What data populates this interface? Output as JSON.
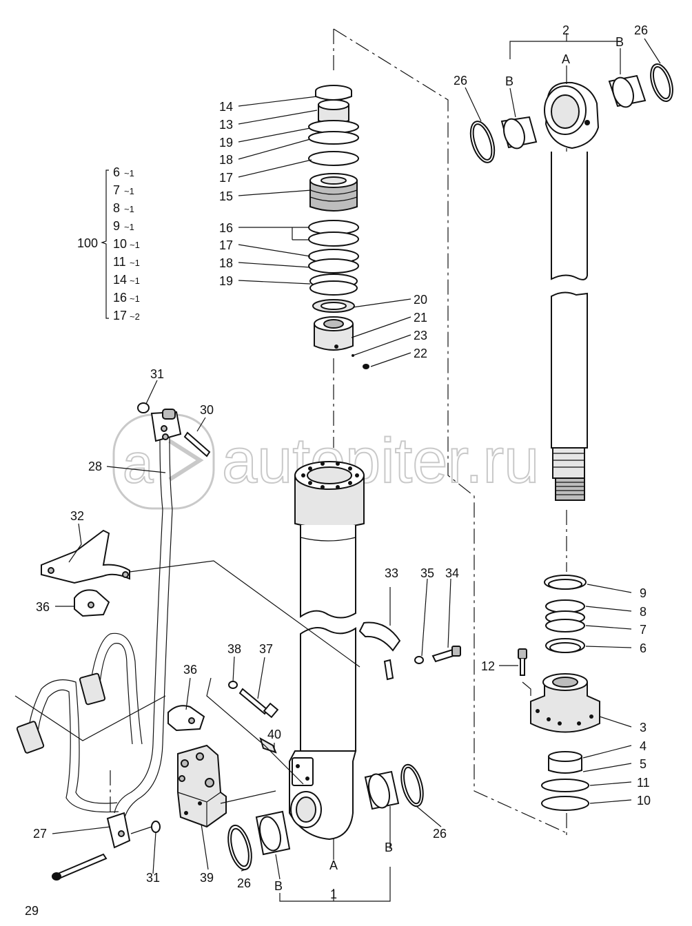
{
  "watermark": "autopiter.ru",
  "callouts": {
    "c1": "1",
    "c2": "2",
    "c3": "3",
    "c4": "4",
    "c5": "5",
    "c6": "6",
    "c7": "7",
    "c8": "8",
    "c9": "9",
    "c10": "10",
    "c11": "11",
    "c12": "12",
    "c13": "13",
    "c14": "14",
    "c15": "15",
    "c16": "16",
    "c17": "17",
    "c17b": "17",
    "c18": "18",
    "c18b": "18",
    "c19": "19",
    "c19b": "19",
    "c20": "20",
    "c21": "21",
    "c22": "22",
    "c23": "23",
    "c26a": "26",
    "c26b": "26",
    "c26c": "26",
    "c26d": "26",
    "c27": "27",
    "c28": "28",
    "c29": "29",
    "c30": "30",
    "c31a": "31",
    "c31b": "31",
    "c32": "32",
    "c33": "33",
    "c34": "34",
    "c35": "35",
    "c36a": "36",
    "c36b": "36",
    "c37": "37",
    "c38": "38",
    "c39": "39",
    "c40": "40",
    "A_top": "A",
    "A_bot": "A",
    "B_tl": "B",
    "B_tr": "B",
    "B_bl": "B",
    "B_br": "B"
  },
  "kit": {
    "label": "100",
    "items": [
      {
        "part": "6",
        "qty": "~1"
      },
      {
        "part": "7",
        "qty": "~1"
      },
      {
        "part": "8",
        "qty": "~1"
      },
      {
        "part": "9",
        "qty": "~1"
      },
      {
        "part": "10",
        "qty": "~1"
      },
      {
        "part": "11",
        "qty": "~1"
      },
      {
        "part": "14",
        "qty": "~1"
      },
      {
        "part": "16",
        "qty": "~1"
      },
      {
        "part": "17",
        "qty": "~2"
      }
    ]
  }
}
